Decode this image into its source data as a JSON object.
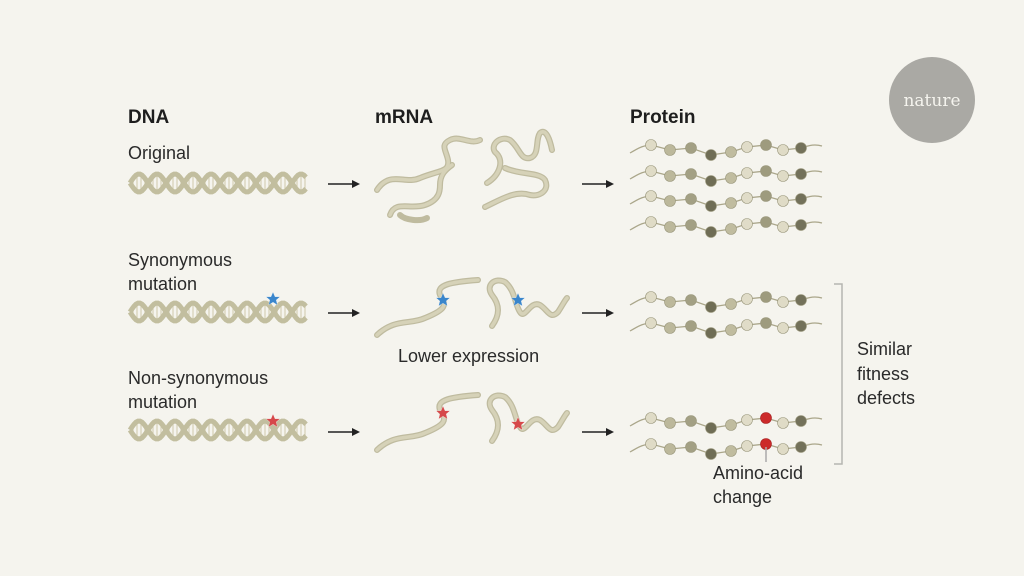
{
  "headers": {
    "dna": "DNA",
    "mrna": "mRNA",
    "protein": "Protein"
  },
  "rows": {
    "original": {
      "label": "Original"
    },
    "synonymous": {
      "label_line1": "Synonymous",
      "label_line2": "mutation",
      "mrna_note": "Lower expression",
      "protein_chains": 2
    },
    "nonsynonymous": {
      "label_line1": "Non-synonymous",
      "label_line2": "mutation",
      "protein_note_line1": "Amino-acid",
      "protein_note_line2": "change",
      "protein_chains": 2
    }
  },
  "bracket_label": {
    "line1": "Similar",
    "line2": "fitness",
    "line3": "defects"
  },
  "logo": {
    "text": "nature"
  },
  "colors": {
    "background": "#f5f4ee",
    "strand": "#d6d2b8",
    "synonymous_star": "#3a86cc",
    "nonsynonymous_star": "#d6484a",
    "mutant_bead": "#cc2a2a",
    "logo_bg": "#aaa9a4"
  }
}
